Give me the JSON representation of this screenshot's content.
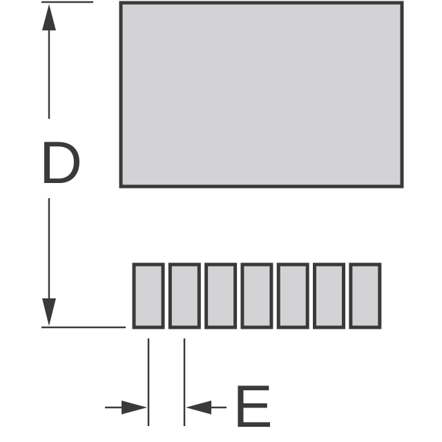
{
  "diagram": {
    "dimensions": {
      "height_label": "D",
      "pitch_label": "E"
    },
    "parts": {
      "body": "package-body",
      "pad_count": 7
    },
    "colors": {
      "outline": "#3a3a3a",
      "fill": "#d3d3d5",
      "background": "#ffffff"
    }
  }
}
